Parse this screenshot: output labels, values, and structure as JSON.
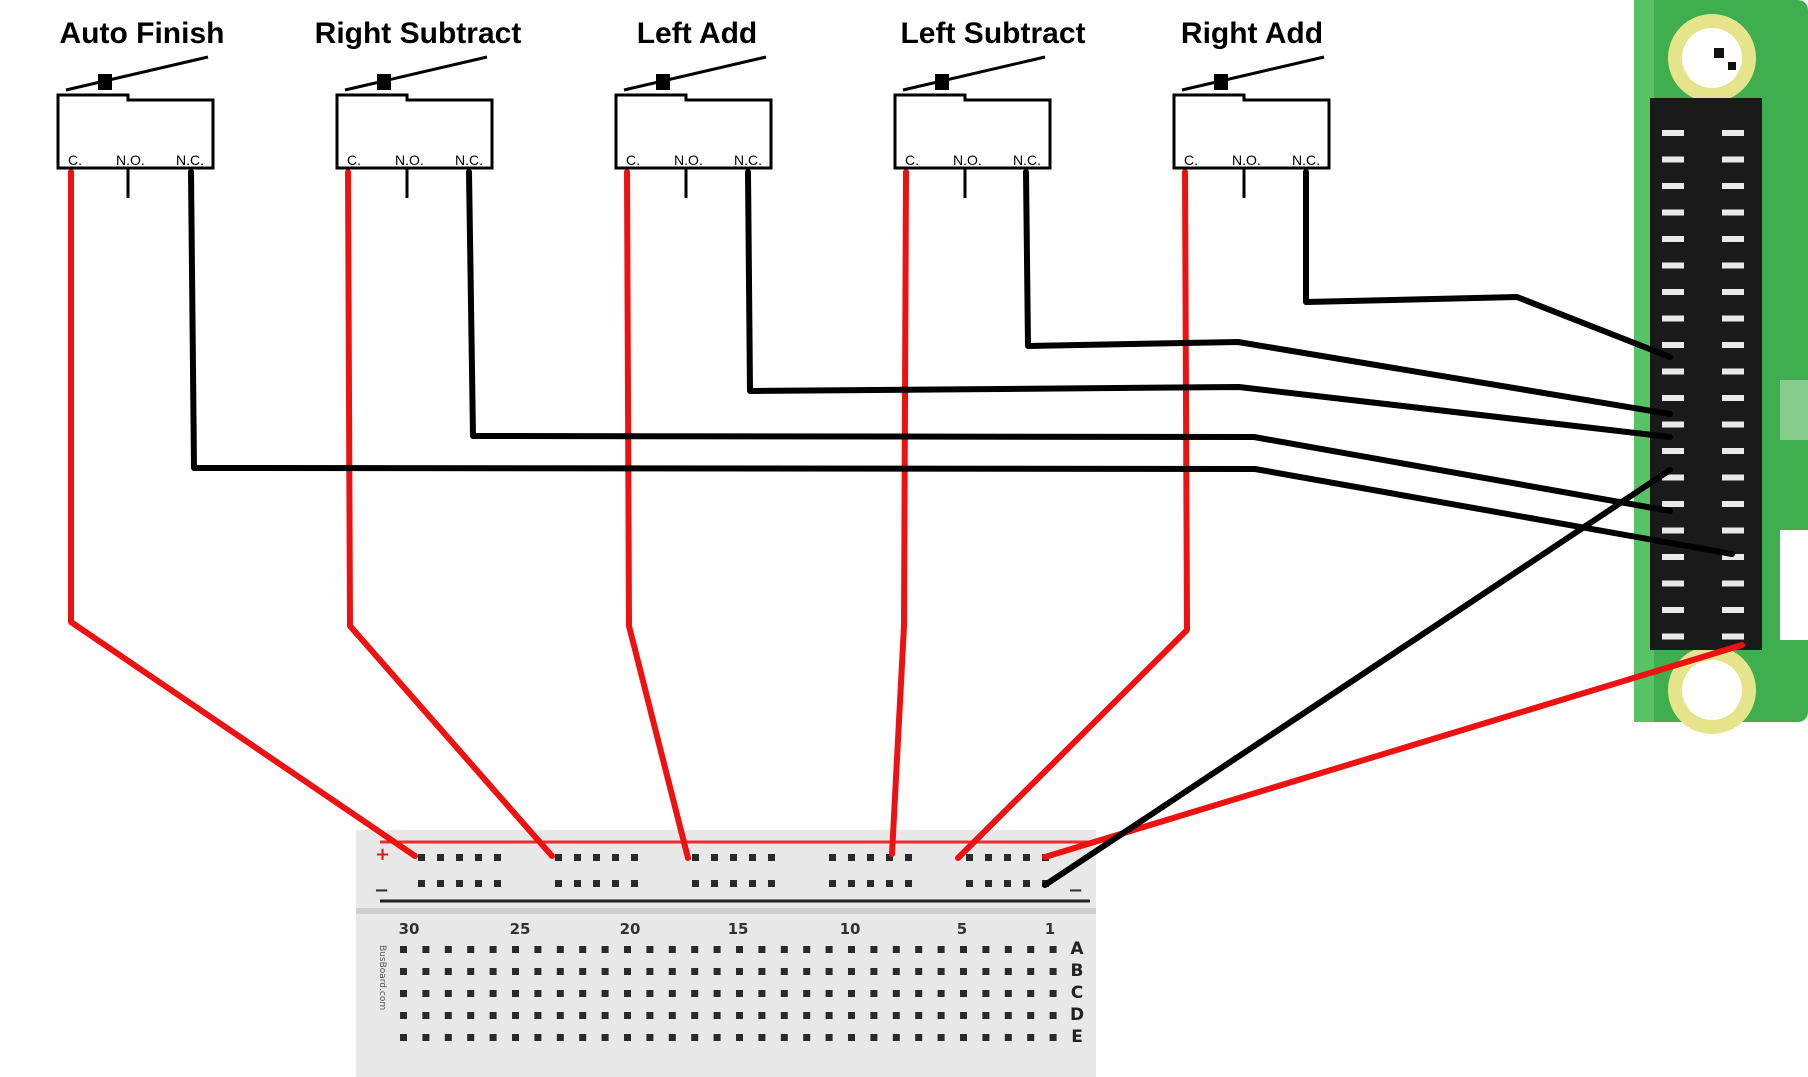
{
  "switches": [
    {
      "label": "Auto Finish",
      "pins": [
        "C.",
        "N.O.",
        "N.C."
      ]
    },
    {
      "label": "Right Subtract",
      "pins": [
        "C.",
        "N.O.",
        "N.C."
      ]
    },
    {
      "label": "Left Add",
      "pins": [
        "C.",
        "N.O.",
        "N.C."
      ]
    },
    {
      "label": "Left Subtract",
      "pins": [
        "C.",
        "N.O.",
        "N.C."
      ]
    },
    {
      "label": "Right Add",
      "pins": [
        "C.",
        "N.O.",
        "N.C."
      ]
    }
  ],
  "breadboard": {
    "plus_sign": "+",
    "minus_sign": "−",
    "column_numbers": [
      "30",
      "25",
      "20",
      "15",
      "10",
      "5",
      "1"
    ],
    "row_letters": [
      "A",
      "B",
      "C",
      "D",
      "E"
    ],
    "brand": "BusBoard.com"
  },
  "colors": {
    "signal_wire": "#000000",
    "common_wire": "#ee1111",
    "board_green": "#3fae4e",
    "header_black": "#1a1a1a",
    "breadboard_body": "#e8e8e8"
  },
  "icons": [
    "micro-switch-icon",
    "breadboard-icon",
    "raspberry-pi-gpio-icon"
  ]
}
